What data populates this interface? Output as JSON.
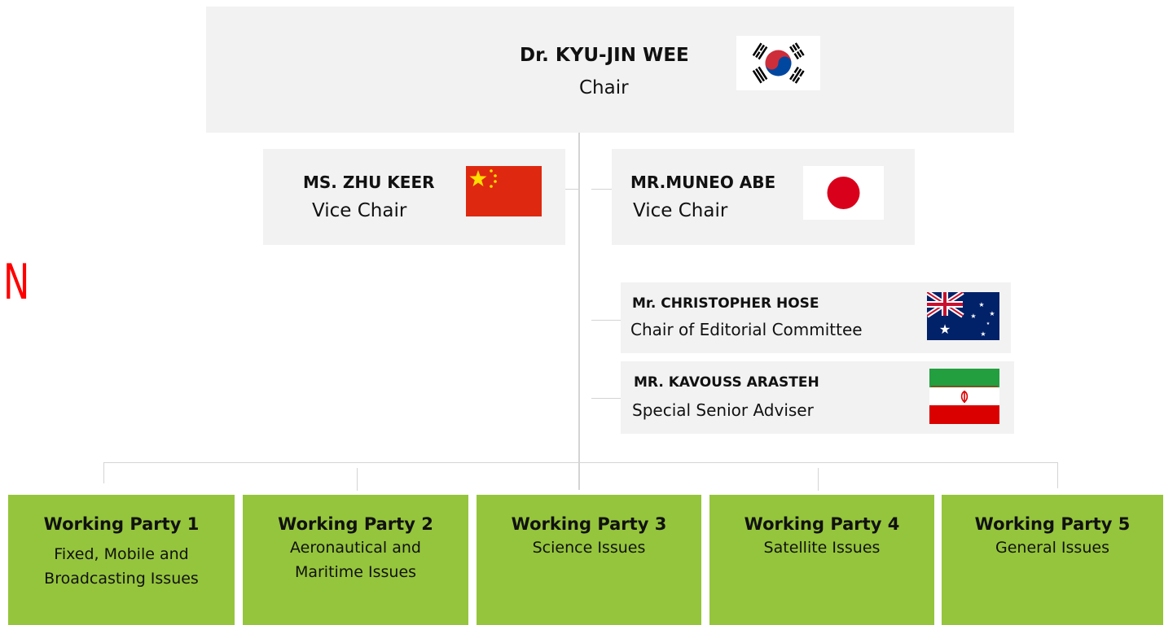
{
  "accent_letter": "N",
  "chair": {
    "name": "Dr. KYU-JIN WEE",
    "role": "Chair",
    "flag": "south-korea-flag"
  },
  "vice_chairs": [
    {
      "name": "MS. ZHU KEER",
      "role": "Vice Chair",
      "flag": "china-flag"
    },
    {
      "name": "MR.MUNEO ABE",
      "role": "Vice Chair",
      "flag": "japan-flag"
    }
  ],
  "officers": [
    {
      "name": "Mr. CHRISTOPHER HOSE",
      "role": "Chair of Editorial Committee",
      "flag": "australia-flag"
    },
    {
      "name": "MR. KAVOUSS ARASTEH",
      "role": "Special Senior Adviser",
      "flag": "iran-flag"
    }
  ],
  "working_parties": [
    {
      "title": "Working Party 1",
      "lines": [
        "Fixed, Mobile and",
        "Broadcasting Issues"
      ]
    },
    {
      "title": "Working Party 2",
      "lines": [
        "Aeronautical and",
        "Maritime Issues"
      ]
    },
    {
      "title": "Working Party 3",
      "lines": [
        "Science Issues"
      ]
    },
    {
      "title": "Working Party 4",
      "lines": [
        "Satellite Issues"
      ]
    },
    {
      "title": "Working Party 5",
      "lines": [
        "General Issues"
      ]
    }
  ],
  "colors": {
    "box_grey": "#f2f2f2",
    "working_party_green": "#95c53c",
    "connector_grey": "#d4d4d4",
    "accent_red": "#ff0000"
  }
}
